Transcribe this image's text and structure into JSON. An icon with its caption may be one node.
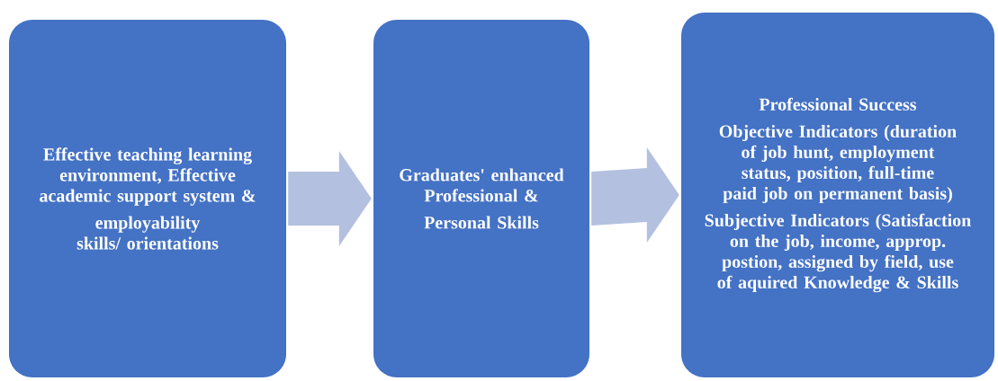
{
  "diagram": {
    "nodes": [
      {
        "text": [
          "Effective teaching learning environment, Effective academic support system &",
          "employability skills/ orientations"
        ]
      },
      {
        "text": [
          "Graduates' enhanced Professional &",
          "Personal Skills"
        ]
      },
      {
        "text": [
          "Professional Success",
          "Objective Indicators (duration of job hunt, employment status, position, full-time paid job on permanent basis)",
          "Subjective Indicators (Satisfaction on the job, income, approp. postion, assigned by field, use of aquired Knowledge & Skills"
        ]
      }
    ],
    "edges": [
      {
        "from": 0,
        "to": 1,
        "arrow": "to"
      },
      {
        "from": 1,
        "to": 2,
        "arrow": "to"
      }
    ]
  }
}
